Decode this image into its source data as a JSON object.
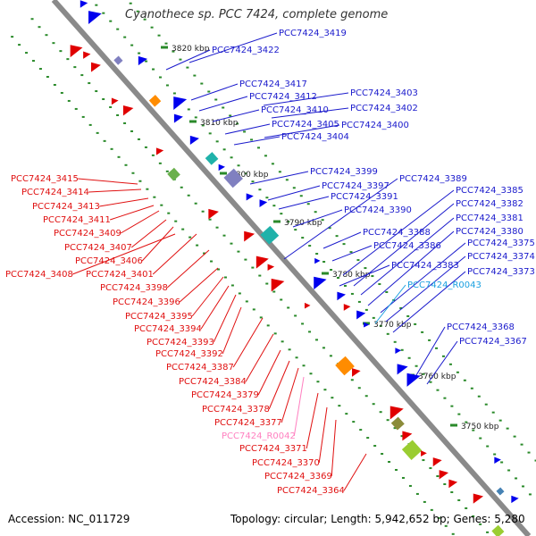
{
  "title": "Cyanothece sp. PCC 7424, complete genome",
  "footer": {
    "accession": "Accession: NC_011729",
    "summary": "Topology: circular; Length: 5,942,652 bp; Genes: 5,280"
  },
  "colors": {
    "backbone": "#8a8a8a",
    "forward_label": "#1a1acc",
    "reverse_label": "#e01010",
    "rna_forward": "#1aa0e0",
    "rna_reverse": "#ff80c0",
    "tick": "#2a8a2a"
  },
  "scale_labels": [
    "3820 kbp",
    "3810 kbp",
    "3800 kbp",
    "3790 kbp",
    "3780 kbp",
    "3770 kbp",
    "3760 kbp",
    "3750 kbp"
  ],
  "forward_genes": [
    "PCC7424_3419",
    "PCC7424_3422",
    "PCC7424_3417",
    "PCC7424_3412",
    "PCC7424_3410",
    "PCC7424_3405",
    "PCC7424_3404",
    "PCC7424_3403",
    "PCC7424_3402",
    "PCC7424_3400",
    "PCC7424_3399",
    "PCC7424_3397",
    "PCC7424_3391",
    "PCC7424_3390",
    "PCC7424_3389",
    "PCC7424_3388",
    "PCC7424_3386",
    "PCC7424_3385",
    "PCC7424_3382",
    "PCC7424_3381",
    "PCC7424_3380",
    "PCC7424_3375",
    "PCC7424_3374",
    "PCC7424_3383",
    "PCC7424_3373",
    "PCC7424_R0043",
    "PCC7424_3368",
    "PCC7424_3367"
  ],
  "reverse_genes": [
    "PCC7424_3415",
    "PCC7424_3414",
    "PCC7424_3413",
    "PCC7424_3411",
    "PCC7424_3409",
    "PCC7424_3407",
    "PCC7424_3406",
    "PCC7424_3408",
    "PCC7424_3401",
    "PCC7424_3398",
    "PCC7424_3396",
    "PCC7424_3395",
    "PCC7424_3394",
    "PCC7424_3393",
    "PCC7424_3392",
    "PCC7424_3387",
    "PCC7424_3384",
    "PCC7424_3379",
    "PCC7424_3378",
    "PCC7424_3377",
    "PCC7424_R0042",
    "PCC7424_3371",
    "PCC7424_3370",
    "PCC7424_3369",
    "PCC7424_3364"
  ]
}
